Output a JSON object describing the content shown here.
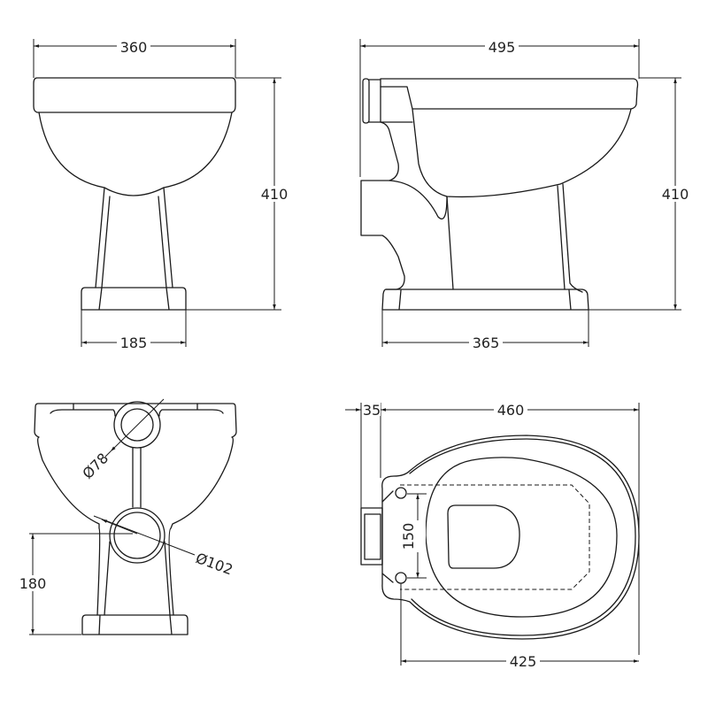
{
  "views": {
    "front": {
      "width": "360",
      "height": "410",
      "base_width": "185"
    },
    "side": {
      "depth": "495",
      "height": "410",
      "base_depth": "365"
    },
    "rear": {
      "upper_outlet": "Ø78",
      "lower_outlet": "Ø102",
      "outlet_height": "180"
    },
    "top": {
      "hinge_offset": "35",
      "seat_length": "460",
      "fixing_centres": "150",
      "pan_length": "425"
    }
  },
  "colors": {
    "line": "#1a1a1a",
    "background": "#ffffff"
  }
}
